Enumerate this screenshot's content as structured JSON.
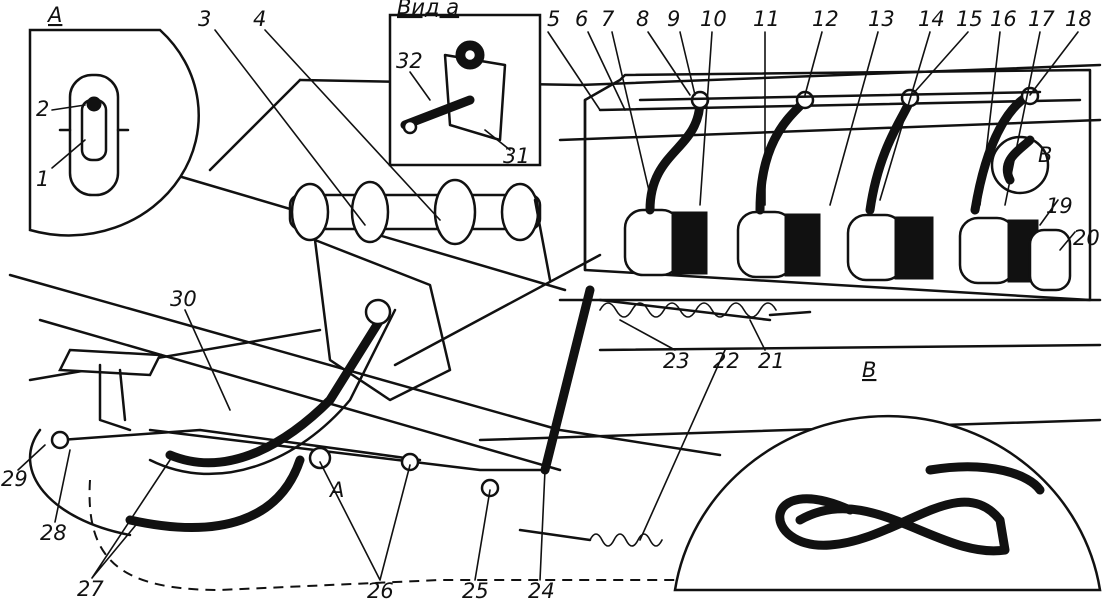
{
  "views": {
    "detail_a": "А",
    "detail_b": "В",
    "view_a": "Вид а"
  },
  "callouts": [
    "1",
    "2",
    "3",
    "4",
    "5",
    "6",
    "7",
    "8",
    "9",
    "10",
    "11",
    "12",
    "13",
    "14",
    "15",
    "16",
    "17",
    "18",
    "19",
    "20",
    "21",
    "22",
    "23",
    "24",
    "25",
    "26",
    "27",
    "28",
    "29",
    "30",
    "31",
    "32"
  ],
  "inline_marks": {
    "a_mark": "А",
    "b_mark": "В"
  },
  "colors": {
    "ink": "#111111",
    "paper": "#ffffff"
  }
}
